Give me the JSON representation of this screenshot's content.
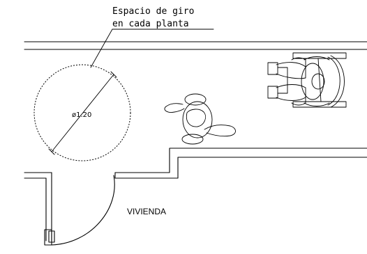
{
  "annotation": {
    "line1": "Espacio de giro",
    "line2": "en cada planta"
  },
  "circle_label": "ø1.20",
  "room_label": "VIVIENDA",
  "colors": {
    "background": "#ffffff",
    "ink": "#000000"
  }
}
